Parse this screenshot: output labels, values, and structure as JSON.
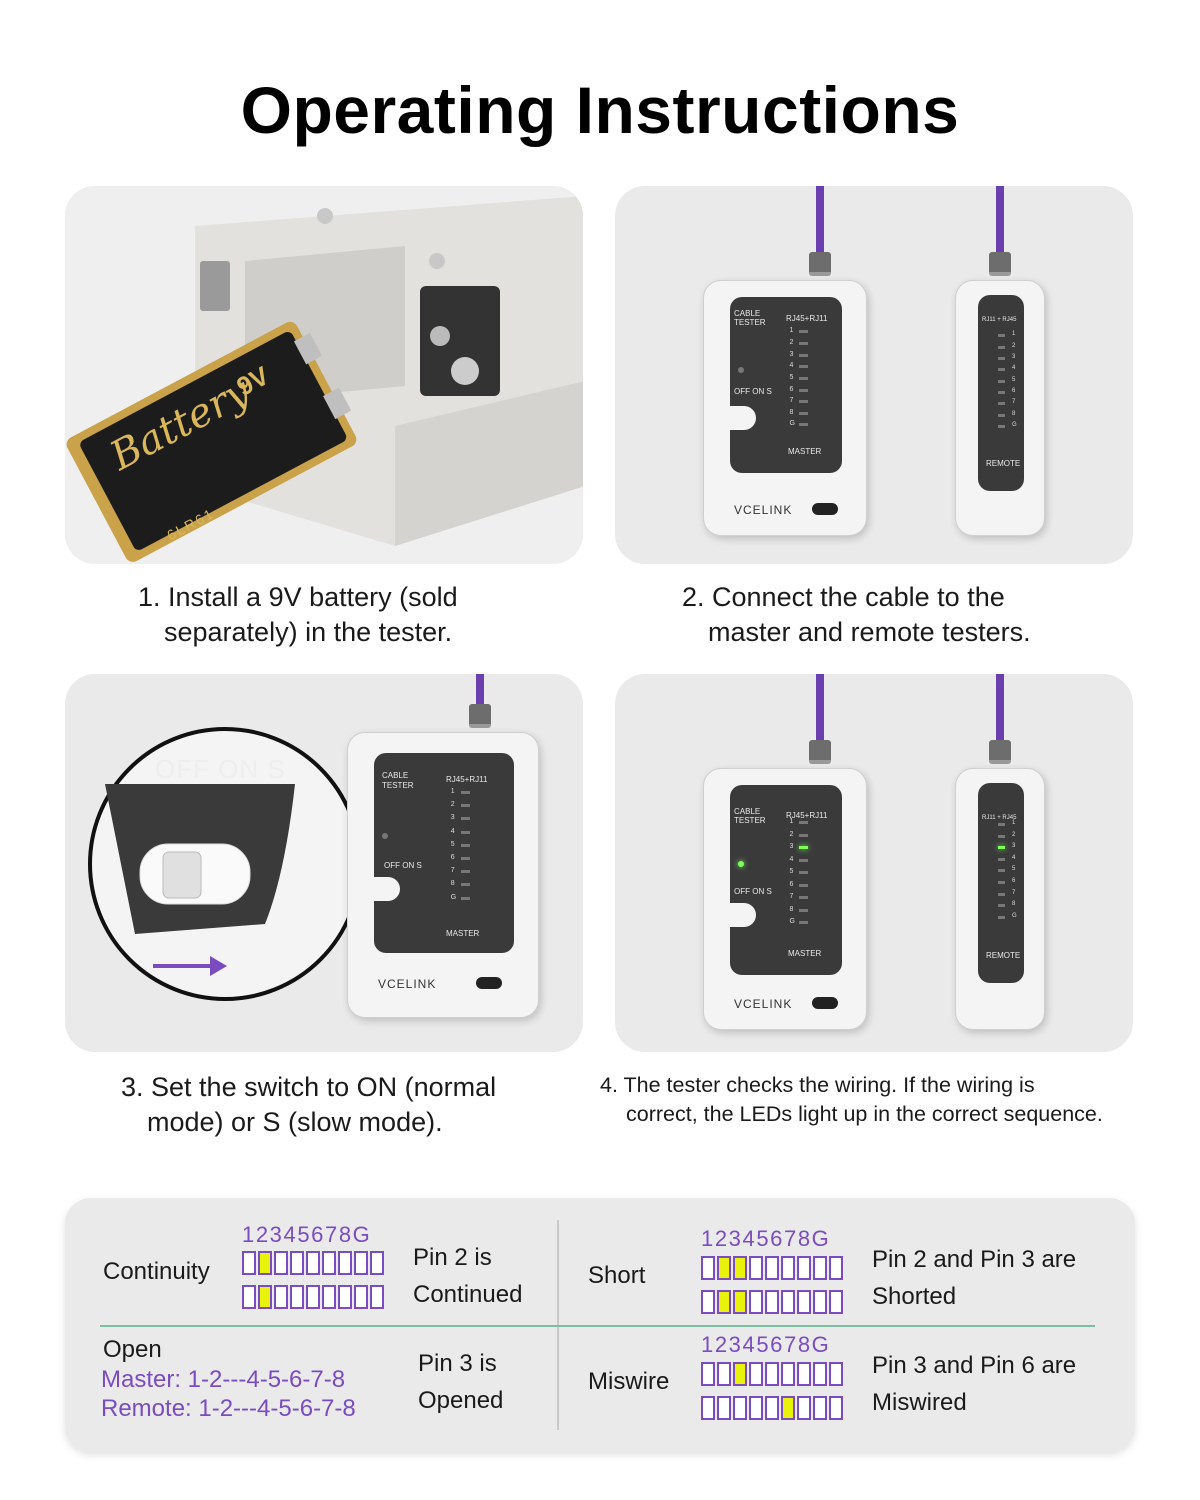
{
  "title": "Operating Instructions",
  "steps": [
    {
      "line1": "1. Install a 9V battery (sold",
      "line2": "separately) in the tester."
    },
    {
      "line1": "2. Connect the cable to the",
      "line2": "master and remote testers."
    },
    {
      "line1": "3. Set the switch to ON (normal",
      "line2": "mode) or S (slow mode)."
    },
    {
      "line1": "4. The tester checks the wiring. If the wiring is",
      "line2": "correct, the LEDs light up in the correct sequence."
    }
  ],
  "battery": {
    "label": "Battery",
    "voltage": "9V",
    "model": "6LR61"
  },
  "device": {
    "cable_tester": "CABLE",
    "cable_tester2": "TESTER",
    "ports": "RJ45+RJ11",
    "remote_ports": "RJ11 + RJ45",
    "switch": "OFF ON S",
    "master": "MASTER",
    "remote": "REMOTE",
    "brand": "VCELINK",
    "pins": [
      "1",
      "2",
      "3",
      "4",
      "5",
      "6",
      "7",
      "8",
      "G"
    ]
  },
  "zoom_label": "OFF ON S",
  "table": {
    "pin_header": "12345678G",
    "continuity": {
      "label": "Continuity",
      "desc1": "Pin 2 is",
      "desc2": "Continued"
    },
    "short": {
      "label": "Short",
      "desc1": "Pin 2 and Pin 3 are",
      "desc2": "Shorted"
    },
    "open": {
      "label": "Open",
      "master": "Master: 1-2---4-5-6-7-8",
      "remote": "Remote: 1-2---4-5-6-7-8",
      "desc1": "Pin 3 is",
      "desc2": "Opened"
    },
    "miswire": {
      "label": "Miswire",
      "desc1": "Pin 3 and Pin 6 are",
      "desc2": "Miswired"
    }
  },
  "colors": {
    "accent": "#7a4cc0",
    "led_on": "#7dff5c",
    "highlight": "#e8f20a"
  }
}
